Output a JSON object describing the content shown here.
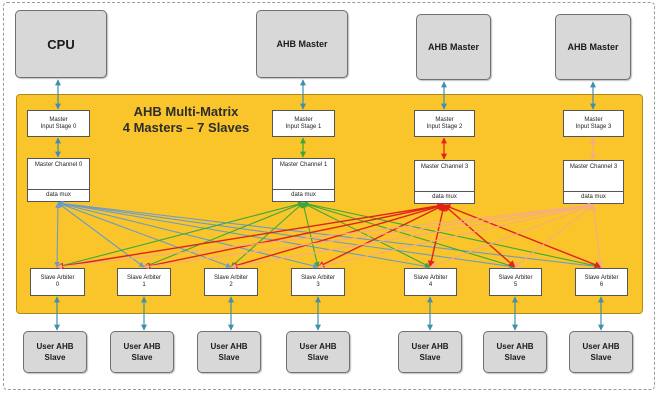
{
  "title": {
    "line1": "AHB Multi-Matrix",
    "line2": "4 Masters  – 7 Slaves"
  },
  "masters": [
    {
      "label": "CPU",
      "input_stage": [
        "Master",
        "Input Stage 0"
      ],
      "channel": "Master Channel 0",
      "mux": "data mux"
    },
    {
      "label": "AHB Master",
      "input_stage": [
        "Master",
        "Input Stage 1"
      ],
      "channel": "Master Channel 1",
      "mux": "data mux"
    },
    {
      "label": "AHB Master",
      "input_stage": [
        "Master",
        "Input Stage 2"
      ],
      "channel": "Master Channel 3",
      "mux": "data mux"
    },
    {
      "label": "AHB Master",
      "input_stage": [
        "Master",
        "Input Stage 3"
      ],
      "channel": "Master Channel 3",
      "mux": "data mux"
    }
  ],
  "arbiters": [
    {
      "label": "Slave Arbiter",
      "index": "0"
    },
    {
      "label": "Slave Arbiter",
      "index": "1"
    },
    {
      "label": "Slave Arbiter",
      "index": "2"
    },
    {
      "label": "Slave Arbiter",
      "index": "3"
    },
    {
      "label": "Slave Arbiter",
      "index": "4"
    },
    {
      "label": "Slave Arbiter",
      "index": "5"
    },
    {
      "label": "Slave Arbiter",
      "index": "6"
    }
  ],
  "slaves": [
    {
      "line1": "User AHB",
      "line2": "Slave"
    },
    {
      "line1": "User AHB",
      "line2": "Slave"
    },
    {
      "line1": "User AHB",
      "line2": "Slave"
    },
    {
      "line1": "User AHB",
      "line2": "Slave"
    },
    {
      "line1": "User AHB",
      "line2": "Slave"
    },
    {
      "line1": "User AHB",
      "line2": "Slave"
    },
    {
      "line1": "User AHB",
      "line2": "Slave"
    }
  ],
  "colors": {
    "matrix_fill": "#f9c52a",
    "vertical_link": "#3f8fae",
    "master0_links": "#6b9bc8",
    "master1_links": "#3ca83c",
    "master2_links": "#e0221a",
    "master3_links": "#f7a98a"
  }
}
